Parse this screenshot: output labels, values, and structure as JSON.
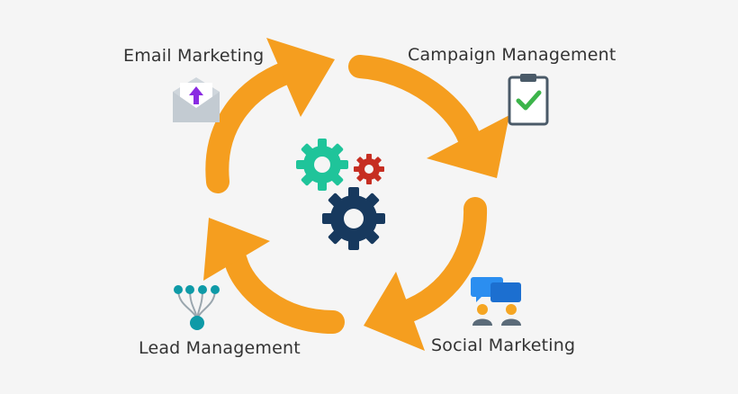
{
  "diagram": {
    "stages": [
      {
        "label": "Email Marketing",
        "icon": "envelope-upload-icon"
      },
      {
        "label": "Campaign Management",
        "icon": "clipboard-check-icon"
      },
      {
        "label": "Social Marketing",
        "icon": "chat-people-icon"
      },
      {
        "label": "Lead Management",
        "icon": "lead-funnel-icon"
      }
    ],
    "center_icon": "gears-icon",
    "colors": {
      "arrow": "#f59e1f",
      "gear_green": "#1fc49a",
      "gear_red": "#c62e22",
      "gear_navy": "#17395e",
      "check": "#3cb44a",
      "upload_arrow": "#8a2be2",
      "chat_blue": "#2b8ef0",
      "person_orange": "#f5a623",
      "lead_teal": "#0e9aa7"
    }
  }
}
